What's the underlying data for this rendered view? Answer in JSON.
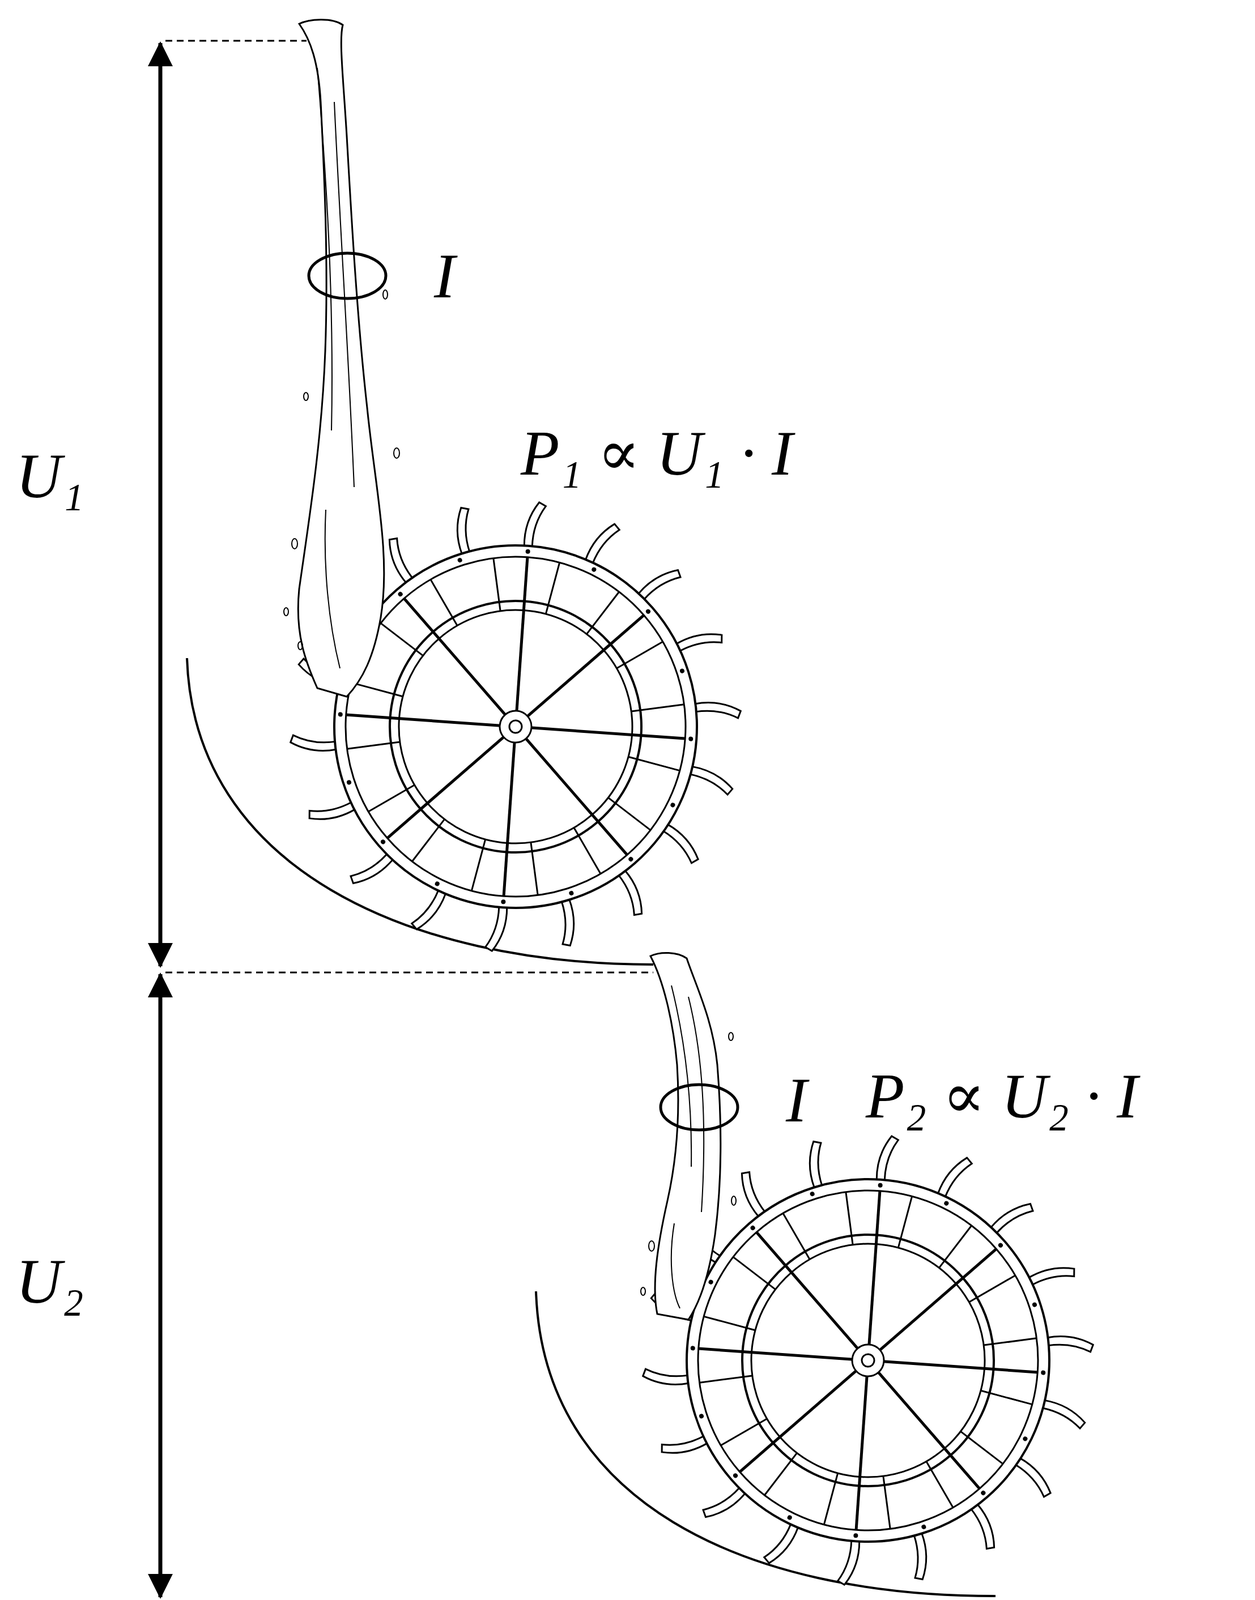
{
  "diagram": {
    "labels": [
      "I",
      "U₁",
      "P₁ ∝ U₁ · I",
      "I",
      "P₂ ∝ U₂ · I",
      "U₂"
    ]
  }
}
